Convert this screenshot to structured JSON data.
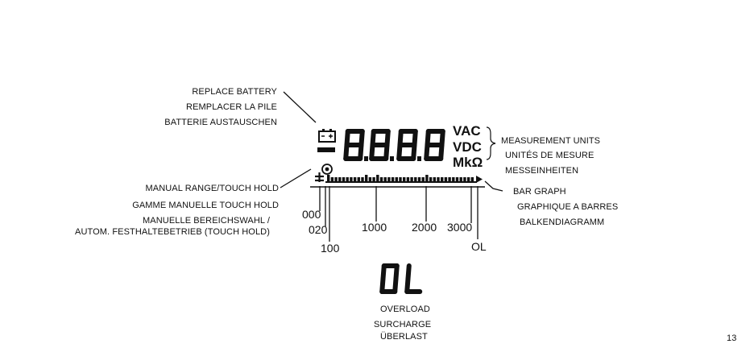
{
  "battery": {
    "lines": [
      "REPLACE BATTERY",
      "REMPLACER LA PILE",
      "BATTERIE AUSTAUSCHEN"
    ],
    "icon": "battery-icon"
  },
  "manual_range": {
    "lines": [
      "MANUAL RANGE/TOUCH HOLD",
      "GAMME MANUELLE TOUCH HOLD",
      "MANUELLE BEREICHSWAHL /",
      "AUTOM. FESTHALTEBETRIEB (TOUCH HOLD)"
    ],
    "icon": "hold-circle-icon"
  },
  "measurement_units": {
    "lines": [
      "MEASUREMENT UNITS",
      "UNITÉS DE MESURE",
      "MESSEINHEITEN"
    ]
  },
  "bar_graph": {
    "lines": [
      "BAR GRAPH",
      "GRAPHIQUE A BARRES",
      "BALKENDIAGRAMM"
    ]
  },
  "overload": {
    "lines": [
      "OVERLOAD",
      "SURCHARGE",
      "ÜBERLAST"
    ],
    "display": "0L"
  },
  "lcd": {
    "digits": "8.8.8.8",
    "units": [
      "VAC",
      "VDC",
      "MkΩ"
    ]
  },
  "scale_labels": [
    "000",
    "020",
    "100",
    "1000",
    "2000",
    "3000",
    "OL"
  ],
  "page_number": "13"
}
